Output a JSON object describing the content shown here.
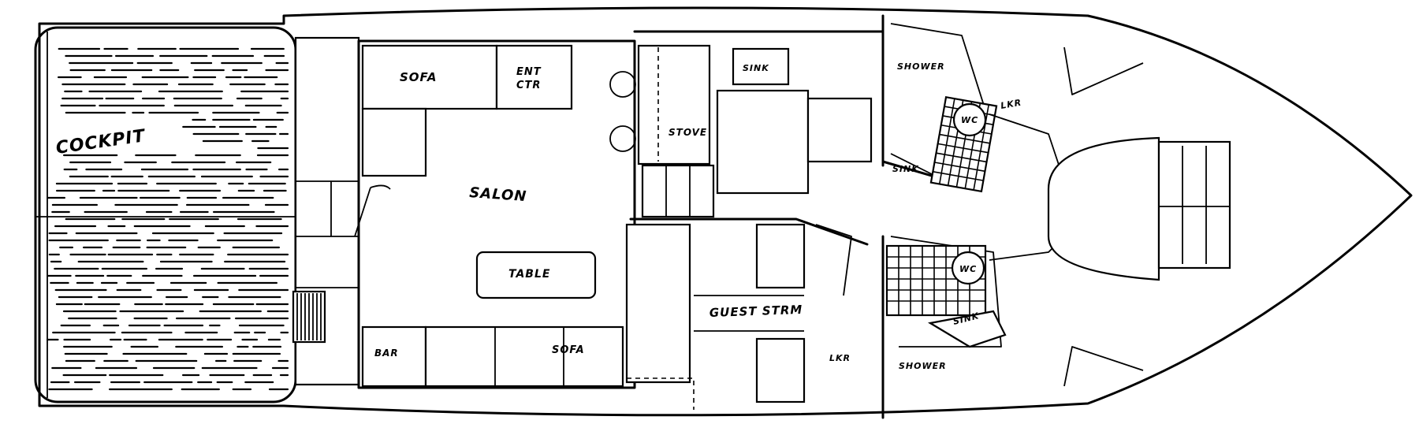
{
  "labels": {
    "cockpit": "COCKPIT",
    "sofa_top": "SOFA",
    "ent_ctr_1": "ENT",
    "ent_ctr_2": "CTR",
    "salon": "SALON",
    "table": "TABLE",
    "bar": "BAR",
    "sofa_bottom": "SOFA",
    "sink_galley": "SINK",
    "stove": "STOVE",
    "shower_top": "SHOWER",
    "lkr_top": "LKR",
    "wc_top": "WC",
    "sink_head_top": "SINK",
    "wc_bottom": "WC",
    "sink_head_bottom": "SINK",
    "shower_bottom": "SHOWER",
    "guest_strm": "GUEST STRM",
    "lkr_bottom": "LKR"
  }
}
